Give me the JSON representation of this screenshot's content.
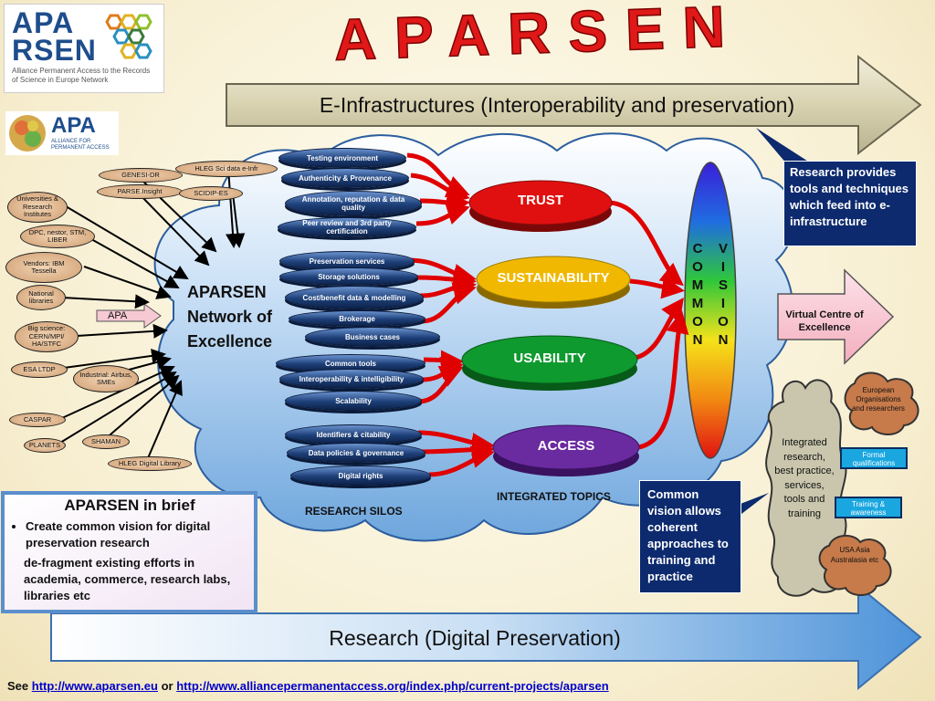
{
  "header": {
    "title": "APARSEN",
    "logo": {
      "line1": "APA",
      "line2": "RSEN",
      "subtitle": "Alliance Permanent Access to the Records of Science in Europe Network"
    },
    "apa_logo": {
      "text": "APA",
      "subtitle": "ALLIANCE FOR PERMANENT ACCESS"
    }
  },
  "arrows": {
    "top": "E-Infrastructures (Interoperability and preservation)",
    "bottom": "Research (Digital Preservation)",
    "virtual_centre": "Virtual Centre of Excellence",
    "apa": "APA"
  },
  "network_label": "APARSEN Network of Excellence",
  "partners": [
    "GENESI-DR",
    "HLEG Sci data e-Infr",
    "PARSE.Insight",
    "SCIDIP-ES",
    "Universities & Research Institutes",
    "DPC, nestor, STM, LIBER",
    "Vendors: IBM Tessella",
    "National libraries",
    "Big science: CERN/MPI/ HA/STFC",
    "ESA LTDP",
    "Industrial: Airbus, SMEs",
    "CASPAR",
    "PLANETS",
    "SHAMAN",
    "HLEG Digital Library"
  ],
  "silos": [
    "Testing environment",
    "Authenticity & Provenance",
    "Annotation, reputation & data quality",
    "Peer review and 3rd party certification",
    "Preservation services",
    "Storage solutions",
    "Cost/benefit data & modelling",
    "Brokerage",
    "Business cases",
    "Common tools",
    "Interoperability & intelligibility",
    "Scalability",
    "Identifiers & citability",
    "Data policies & governance",
    "Digital rights"
  ],
  "topics": [
    "TRUST",
    "SUSTAINABILITY",
    "USABILITY",
    "ACCESS"
  ],
  "labels": {
    "research_silos": "RESEARCH SILOS",
    "integrated_topics": "INTEGRATED TOPICS"
  },
  "common_vision": {
    "left": [
      "C",
      "O",
      "M",
      "M",
      "O",
      "N"
    ],
    "right": [
      "V",
      "I",
      "S",
      "I",
      "O",
      "N"
    ]
  },
  "callouts": {
    "research_provides": "Research provides tools and techniques which feed into e-infrastructure",
    "common_vision": "Common vision allows coherent approaches to training and practice"
  },
  "integrated_research": "Integrated research, best practice, services, tools and training",
  "clouds": {
    "european": "European Organisations and researchers",
    "usa": "USA Asia Australasia etc"
  },
  "blue_boxes": {
    "formal": "Formal qualifications",
    "training": "Training & awareness"
  },
  "brief": {
    "title": "APARSEN in brief",
    "items": [
      "Create common vision for digital preservation research",
      "de-fragment existing efforts in academia, commerce, research labs, libraries etc"
    ]
  },
  "footer": {
    "see": "See",
    "link1": "http://www.aparsen.eu",
    "or": "or",
    "link2": "http://www.alliancepermanentaccess.org/index.php/current-projects/aparsen"
  },
  "colors": {
    "trust": "#e01010",
    "sustainability": "#f0b800",
    "usability": "#0e9a2e",
    "access": "#6a2aa0",
    "callout_bg": "#0d2a6e",
    "title_red": "#e01818",
    "pill": "#1d3f78",
    "partner": "#d9b08a"
  }
}
